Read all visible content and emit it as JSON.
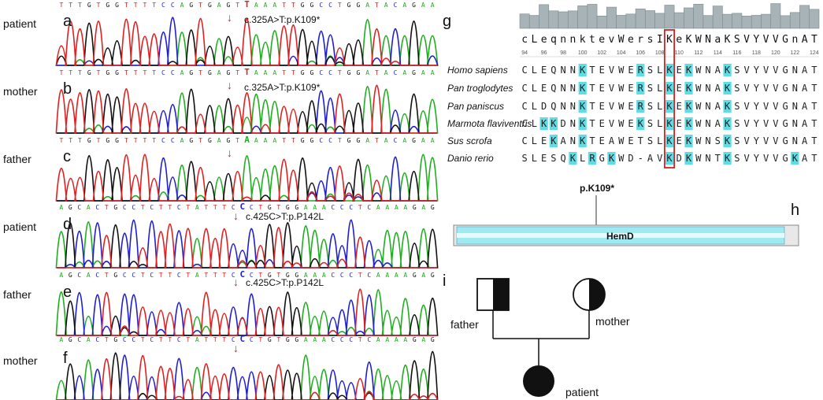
{
  "panels": {
    "a": {
      "label": "a",
      "sample": "patient",
      "seq": "TTTGTGGTTTTCCAGTGAGTTAAATTGGCCTGGATACAGAA",
      "mut_index": 20,
      "mutation": "c.325A>T:p.K109*",
      "highlight": "T"
    },
    "b": {
      "label": "b",
      "sample": "mother",
      "seq": "TTTGTGGTTTTCCAGTGAGTTAAATTGGCCTGGATACAGAA",
      "mut_index": 20,
      "mutation": "c.325A>T:p.K109*",
      "highlight": "T"
    },
    "c": {
      "label": "c",
      "sample": "father",
      "seq": "TTTGTGGTTTTCCAGTGAGTAAAATTGGCCTGGATACAGAA",
      "mut_index": 20,
      "mutation": "",
      "highlight": "A"
    },
    "d": {
      "label": "d",
      "sample": "patient",
      "seq": "AGCACTGCCTCTTCTATTTCCCTGTGGAAACCCTCAAAAGAG",
      "mut_index": 20,
      "mutation": "c.425C>T:p.P142L",
      "highlight": "C"
    },
    "e": {
      "label": "e",
      "sample": "father",
      "seq": "AGCACTGCCTCTTCTATTTCCCTGTGGAAACCCTCAAAAGAG",
      "mut_index": 20,
      "mutation": "c.425C>T:p.P142L",
      "highlight": "C"
    },
    "f": {
      "label": "f",
      "sample": "mother",
      "seq": "AGCACTGCCTCTTCTATTTCCCTGTGGAAACCCTCAAAAGAG",
      "mut_index": 20,
      "mutation": "",
      "highlight": "C"
    }
  },
  "alignment": {
    "label": "g",
    "consensus": "cLeqnnktevWersIKeKWNaKSVYVVGnAT",
    "positions": [
      "94",
      "96",
      "98",
      "100",
      "102",
      "104",
      "106",
      "108",
      "110",
      "112",
      "114",
      "116",
      "118",
      "120",
      "122",
      "124"
    ],
    "rows": [
      {
        "species": "Homo sapiens",
        "seq": "CLEQNNKTEVWERSLKEKWNAKSVYVVGNAT"
      },
      {
        "species": "Pan troglodytes",
        "seq": "CLEQNNKTEVWERSLKEKWNAKSVYVVGNAT"
      },
      {
        "species": "Pan paniscus",
        "seq": "CLDQNNKTEVWERSLKEKWNAKSVYVVGNAT"
      },
      {
        "species": "Marmota flaviventris",
        "seq": "CLKKDNKTEVWEKSLKEKWNAKSVYVVGNAT"
      },
      {
        "species": "Sus scrofa",
        "seq": "CLEKANKTEAWETSLKEKWNSKSVYVVGNAT"
      },
      {
        "species": "Danio rerio",
        "seq": "SLESQKLRGKWD-AVKDKWNTKSVYVVGKAT"
      }
    ]
  },
  "domain_panel": {
    "label": "h",
    "mutation": "p.K109*",
    "domain": "HemD"
  },
  "pedigree": {
    "label": "i",
    "father": "father",
    "mother": "mother",
    "patient": "patient"
  },
  "colors": {
    "A": "#1fae1f",
    "C": "#1f1fcf",
    "G": "#111111",
    "T": "#e02020",
    "highlight": "#5fdde6",
    "domain": "#9fe9f0",
    "box": "#d62020"
  }
}
